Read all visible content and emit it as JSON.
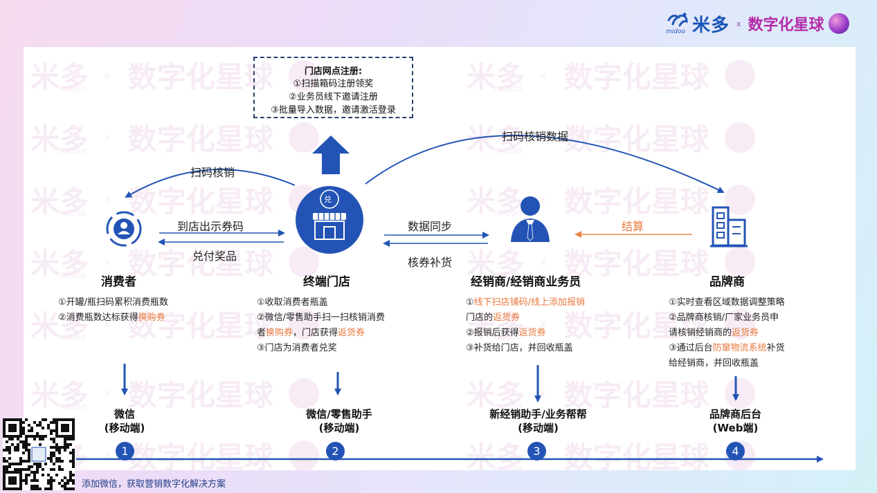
{
  "brand": {
    "name": "米多",
    "sub": "midoo",
    "separator": "x",
    "partner": "数字化星球"
  },
  "watermark": {
    "brand": "米多",
    "sub": "midoo",
    "separator": "x",
    "partner": "数字化星球"
  },
  "registration_box": {
    "title": "门店网点注册:",
    "items": [
      "①扫描箱码注册领奖",
      "②业务员线下邀请注册",
      "③批量导入数据，邀请激活登录"
    ]
  },
  "flows": {
    "scan_verify": "扫码核销",
    "scan_verify_data": "扫码核销数据",
    "show_coupon": "到店出示券码",
    "redeem_prize": "兑付奖品",
    "data_sync": "数据同步",
    "coupon_restock": "核券补货",
    "settlement": "结算"
  },
  "store_icon_glyph": "兑",
  "roles": [
    {
      "name": "消费者",
      "lines": [
        [
          {
            "t": "①开罐/瓶扫码累积消费瓶数"
          }
        ],
        [
          {
            "t": "②消费瓶数达标获得"
          },
          {
            "t": "换购券",
            "hl": true
          }
        ]
      ],
      "platform": [
        "微信",
        "(移动端)"
      ],
      "step": "1"
    },
    {
      "name": "终端门店",
      "lines": [
        [
          {
            "t": "①收取消费者瓶盖"
          }
        ],
        [
          {
            "t": "②微信/零售助手扫一扫核销消费"
          }
        ],
        [
          {
            "t": "者"
          },
          {
            "t": "换购券",
            "hl": true
          },
          {
            "t": "，门店获得"
          },
          {
            "t": "返货券",
            "hl": true
          }
        ],
        [
          {
            "t": "③门店为消费者兑奖"
          }
        ]
      ],
      "platform": [
        "微信/零售助手",
        "(移动端)"
      ],
      "step": "2"
    },
    {
      "name": "经销商/经销商业务员",
      "lines": [
        [
          {
            "t": "①"
          },
          {
            "t": "线下扫店铺码/线上添加报销",
            "hl": true
          }
        ],
        [
          {
            "t": "门店的"
          },
          {
            "t": "返货券",
            "hl": true
          }
        ],
        [
          {
            "t": "②报销后获得"
          },
          {
            "t": "返货券",
            "hl": true
          }
        ],
        [
          {
            "t": "③补货给门店，并回收瓶盖"
          }
        ]
      ],
      "platform": [
        "新经销助手/业务帮帮",
        "(移动端)"
      ],
      "step": "3"
    },
    {
      "name": "品牌商",
      "lines": [
        [
          {
            "t": "①实时查看区域数据调整策略"
          }
        ],
        [
          {
            "t": "②品牌商核销/厂家业务员申"
          }
        ],
        [
          {
            "t": "请核销经销商的"
          },
          {
            "t": "返货券",
            "hl": true
          }
        ],
        [
          {
            "t": "③通过后台"
          },
          {
            "t": "防窜物流系统",
            "hl": true
          },
          {
            "t": "补货"
          }
        ],
        [
          {
            "t": "给经销商，并回收瓶盖"
          }
        ]
      ],
      "platform": [
        "品牌商后台",
        "(Web端)"
      ],
      "step": "4"
    }
  ],
  "footer": {
    "cta": "添加微信，获取营销数字化解决方案",
    "qr": "qr-code"
  },
  "colors": {
    "primary": "#2354b5",
    "highlight": "#e8783c",
    "arrow_orange": "#e8864a",
    "brand_blue": "#1a56b8",
    "brand_purple": "#b52aa8"
  }
}
